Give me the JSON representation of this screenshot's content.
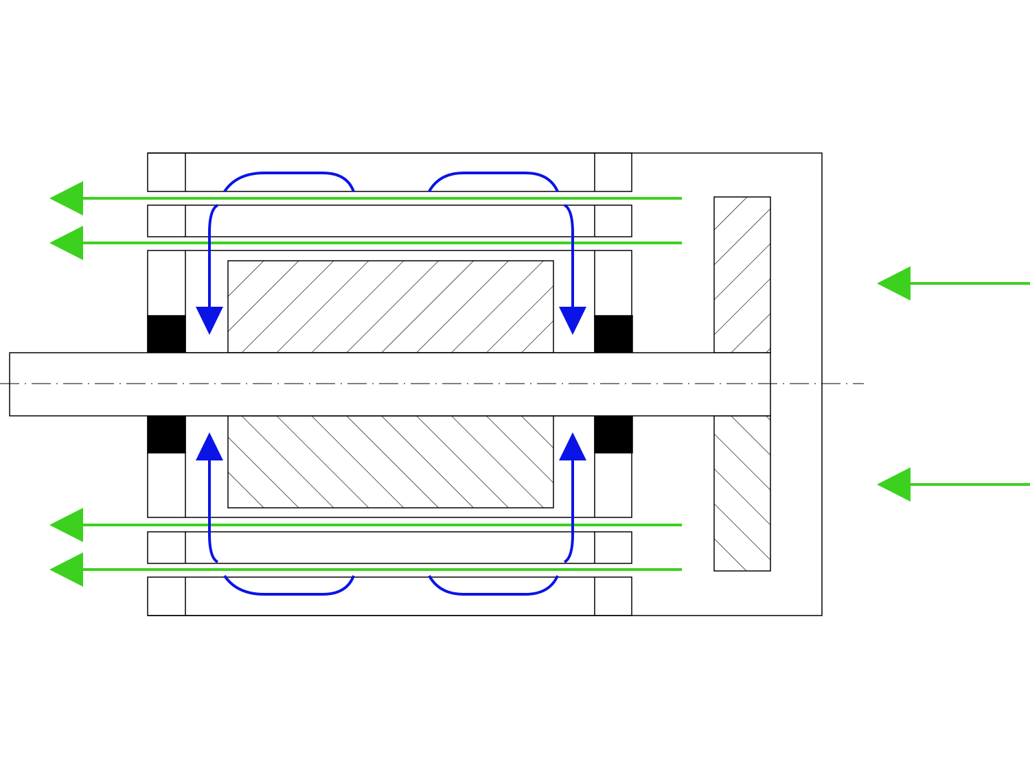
{
  "diagram": {
    "type": "motor-cross-section-cooling-flow",
    "colors": {
      "outline": "#000000",
      "airflow_axial": "#3cd11e",
      "airflow_internal": "#0a14e6",
      "bearing": "#000000",
      "background": "#ffffff"
    },
    "components": [
      "housing",
      "stator-ducts",
      "rotor",
      "shaft",
      "bearings",
      "fan-disc",
      "centerline"
    ],
    "flows": [
      {
        "name": "axial-air-in",
        "direction": "right-to-left"
      },
      {
        "name": "internal-circulation",
        "direction": "loop"
      }
    ]
  }
}
